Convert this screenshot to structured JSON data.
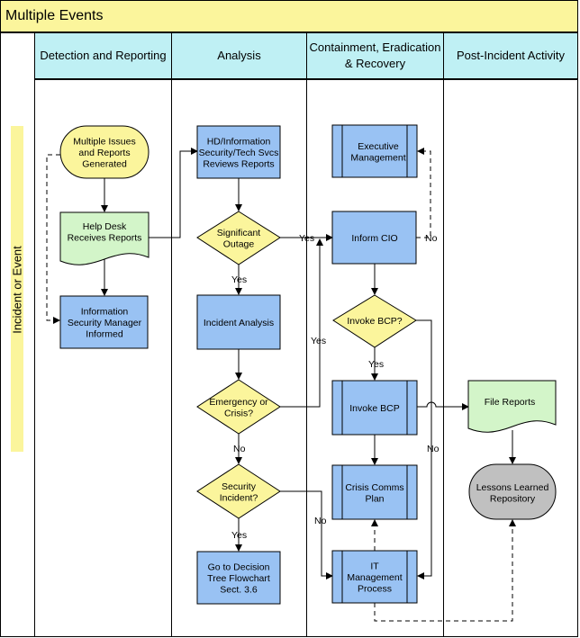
{
  "title": "Multiple Events",
  "lanes": [
    "Detection and Reporting",
    "Analysis",
    "Containment, Eradication & Recovery",
    "Post-Incident Activity"
  ],
  "side_label": "Incident or Event",
  "nodes": {
    "multiple_issues": [
      "Multiple Issues",
      "and Reports",
      "Generated"
    ],
    "help_desk": [
      "Help Desk",
      "Receives Reports"
    ],
    "info_sec_manager": [
      "Information",
      "Security Manager",
      "Informed"
    ],
    "hd_reviews": [
      "HD/Information",
      "Security/Tech Svcs",
      "Reviews Reports"
    ],
    "significant_outage": [
      "Significant",
      "Outage"
    ],
    "incident_analysis": [
      "Incident Analysis"
    ],
    "emergency_crisis": [
      "Emergency or",
      "Crisis?"
    ],
    "security_incident": [
      "Security",
      "Incident?"
    ],
    "decision_tree": [
      "Go to Decision",
      "Tree Flowchart",
      "Sect. 3.6"
    ],
    "executive_mgmt": [
      "Executive",
      "Management"
    ],
    "inform_cio": [
      "Inform CIO"
    ],
    "invoke_bcp_q": [
      "Invoke BCP?"
    ],
    "invoke_bcp": [
      "Invoke BCP"
    ],
    "crisis_comms": [
      "Crisis Comms",
      "Plan"
    ],
    "it_mgmt": [
      "IT",
      "Management",
      "Process"
    ],
    "file_reports": [
      "File Reports"
    ],
    "lessons_learned": [
      "Lessons Learned",
      "Repository"
    ]
  },
  "edge_labels": {
    "yes": "Yes",
    "no": "No"
  },
  "colors": {
    "title_fill": "#fbf59c",
    "header_fill": "#bff0f4",
    "process_fill": "#99c2f3",
    "decision_fill": "#fbf59c",
    "document_fill": "#d3f5c9",
    "terminator_fill": "#fbf59c",
    "repository_fill": "#c0c0c0"
  }
}
